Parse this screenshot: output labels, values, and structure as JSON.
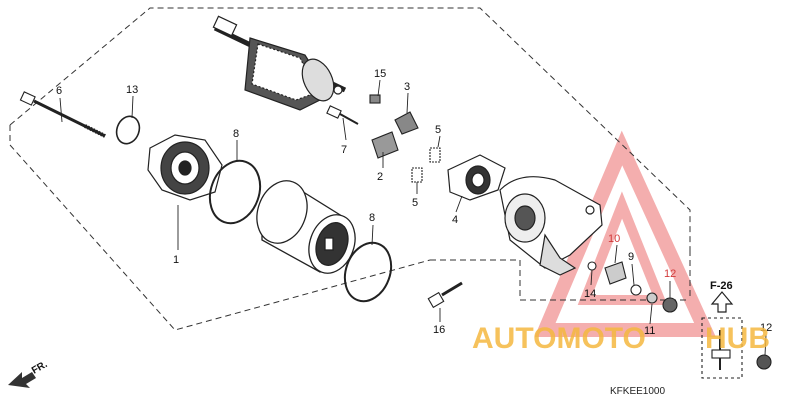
{
  "diagram": {
    "code": "KFKEE1000",
    "reference": "F-26",
    "direction": "FR.",
    "watermark": {
      "part1": "AUTOMOTO",
      "part2": "HUB"
    },
    "colors": {
      "line": "#222222",
      "watermark_red": "#e85a5a",
      "watermark_orange": "#f5a623",
      "red_label": "#d23a3a"
    },
    "callouts": [
      {
        "id": "c1",
        "text": "1"
      },
      {
        "id": "c2",
        "text": "2"
      },
      {
        "id": "c3",
        "text": "3"
      },
      {
        "id": "c4",
        "text": "4"
      },
      {
        "id": "c5a",
        "text": "5"
      },
      {
        "id": "c5b",
        "text": "5"
      },
      {
        "id": "c6",
        "text": "6"
      },
      {
        "id": "c7",
        "text": "7"
      },
      {
        "id": "c8a",
        "text": "8"
      },
      {
        "id": "c8b",
        "text": "8"
      },
      {
        "id": "c9",
        "text": "9"
      },
      {
        "id": "c10",
        "text": "10"
      },
      {
        "id": "c11",
        "text": "11"
      },
      {
        "id": "c12a",
        "text": "12"
      },
      {
        "id": "c12b",
        "text": "12"
      },
      {
        "id": "c13",
        "text": "13"
      },
      {
        "id": "c14",
        "text": "14"
      },
      {
        "id": "c15",
        "text": "15"
      },
      {
        "id": "c16",
        "text": "16"
      }
    ]
  }
}
